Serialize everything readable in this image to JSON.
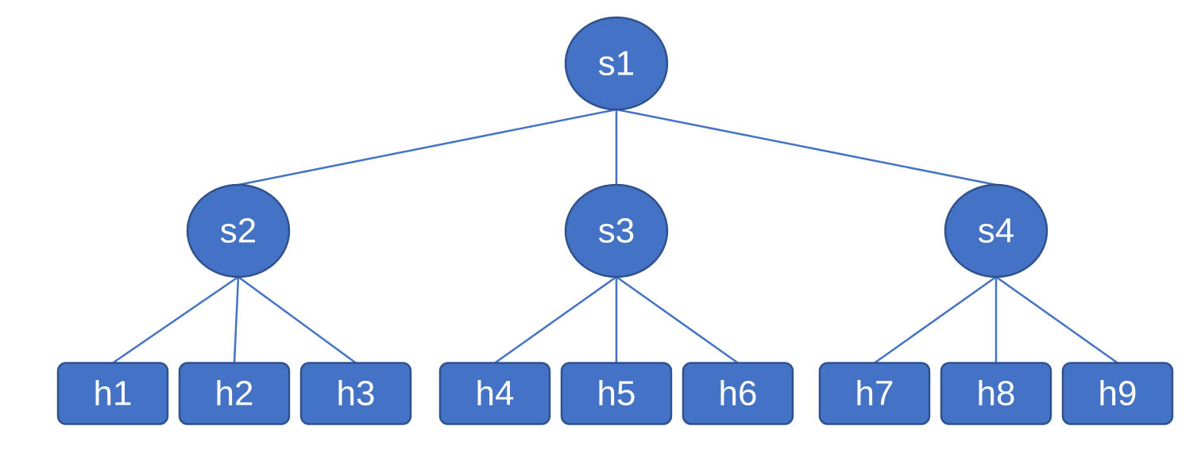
{
  "colors": {
    "fill": "#4472c4",
    "stroke": "#2f528f",
    "edge": "#4472c4",
    "text": "#ffffff"
  },
  "switches": [
    {
      "id": "s1",
      "label": "s1"
    },
    {
      "id": "s2",
      "label": "s2"
    },
    {
      "id": "s3",
      "label": "s3"
    },
    {
      "id": "s4",
      "label": "s4"
    }
  ],
  "hosts": [
    {
      "id": "h1",
      "label": "h1"
    },
    {
      "id": "h2",
      "label": "h2"
    },
    {
      "id": "h3",
      "label": "h3"
    },
    {
      "id": "h4",
      "label": "h4"
    },
    {
      "id": "h5",
      "label": "h5"
    },
    {
      "id": "h6",
      "label": "h6"
    },
    {
      "id": "h7",
      "label": "h7"
    },
    {
      "id": "h8",
      "label": "h8"
    },
    {
      "id": "h9",
      "label": "h9"
    }
  ],
  "links": [
    [
      "s1",
      "s2"
    ],
    [
      "s1",
      "s3"
    ],
    [
      "s1",
      "s4"
    ],
    [
      "s2",
      "h1"
    ],
    [
      "s2",
      "h2"
    ],
    [
      "s2",
      "h3"
    ],
    [
      "s3",
      "h4"
    ],
    [
      "s3",
      "h5"
    ],
    [
      "s3",
      "h6"
    ],
    [
      "s4",
      "h7"
    ],
    [
      "s4",
      "h8"
    ],
    [
      "s4",
      "h9"
    ]
  ]
}
